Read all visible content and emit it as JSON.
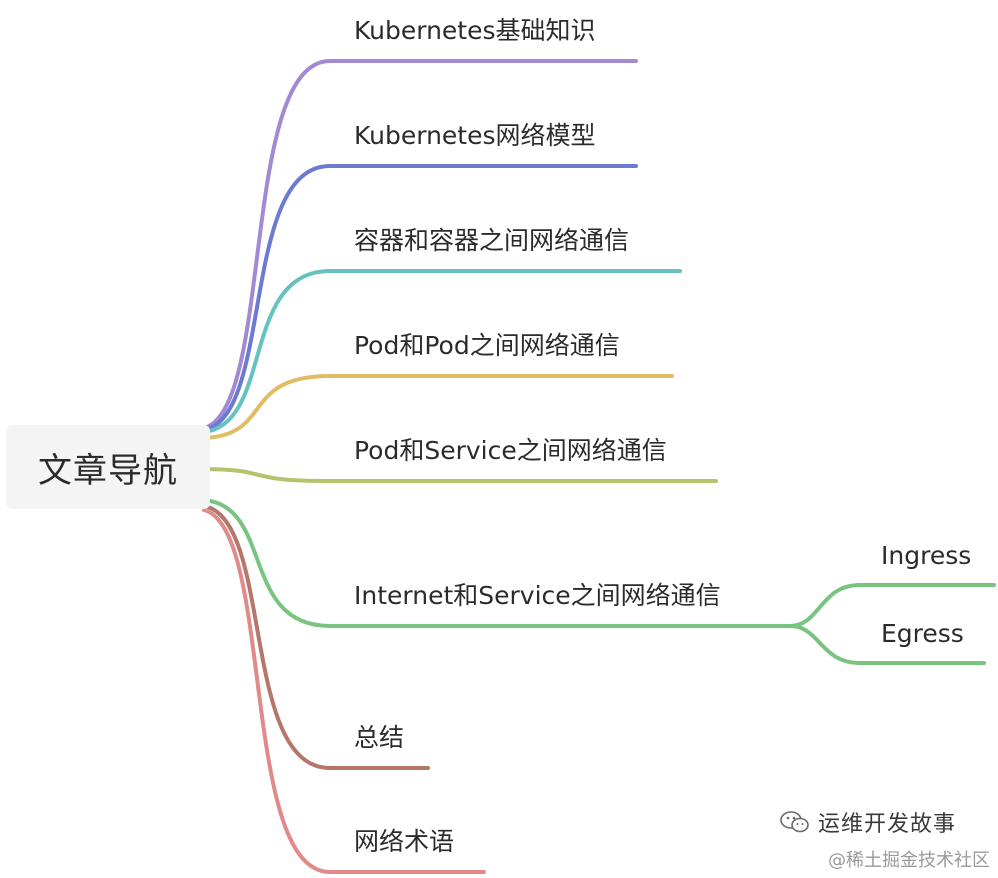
{
  "root": {
    "label": "文章导航"
  },
  "branches": [
    {
      "label": "Kubernetes基础知识",
      "color": "#a389d4"
    },
    {
      "label": "Kubernetes网络模型",
      "color": "#6a7bd1"
    },
    {
      "label": "容器和容器之间网络通信",
      "color": "#66c2bf"
    },
    {
      "label": "Pod和Pod之间网络通信",
      "color": "#e0bd63"
    },
    {
      "label": "Pod和Service之间网络通信",
      "color": "#b7c36a"
    },
    {
      "label": "Internet和Service之间网络通信",
      "color": "#79c481",
      "children": [
        {
          "label": "Ingress"
        },
        {
          "label": "Egress"
        }
      ]
    },
    {
      "label": "总结",
      "color": "#b5776a"
    },
    {
      "label": "网络术语",
      "color": "#e08a8a"
    }
  ],
  "watermark": {
    "title": "运维开发故事",
    "source": "@稀土掘金技术社区",
    "icon": "wechat-icon"
  }
}
